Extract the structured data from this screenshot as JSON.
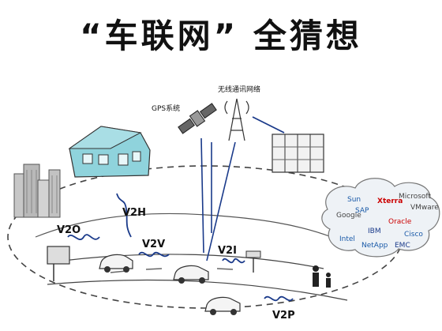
{
  "title": "“车联网” 全猜想",
  "labels": {
    "gps": "GPS系统",
    "wireless": "无线通讯网络",
    "v2h": "V2H",
    "v2o": "V2O",
    "v2v": "V2V",
    "v2i": "V2I",
    "v2p": "V2P"
  },
  "cloud_logos": [
    "Xterra",
    "IBM",
    "Oracle",
    "Google",
    "SAP",
    "Intel",
    "Cisco",
    "EMC",
    "NetApp",
    "VMware",
    "Microsoft",
    "Sun"
  ],
  "colors": {
    "house_fill": "#8fd3dc",
    "cloud_fill": "#eef2f6",
    "wave": "#1a3a8a"
  }
}
